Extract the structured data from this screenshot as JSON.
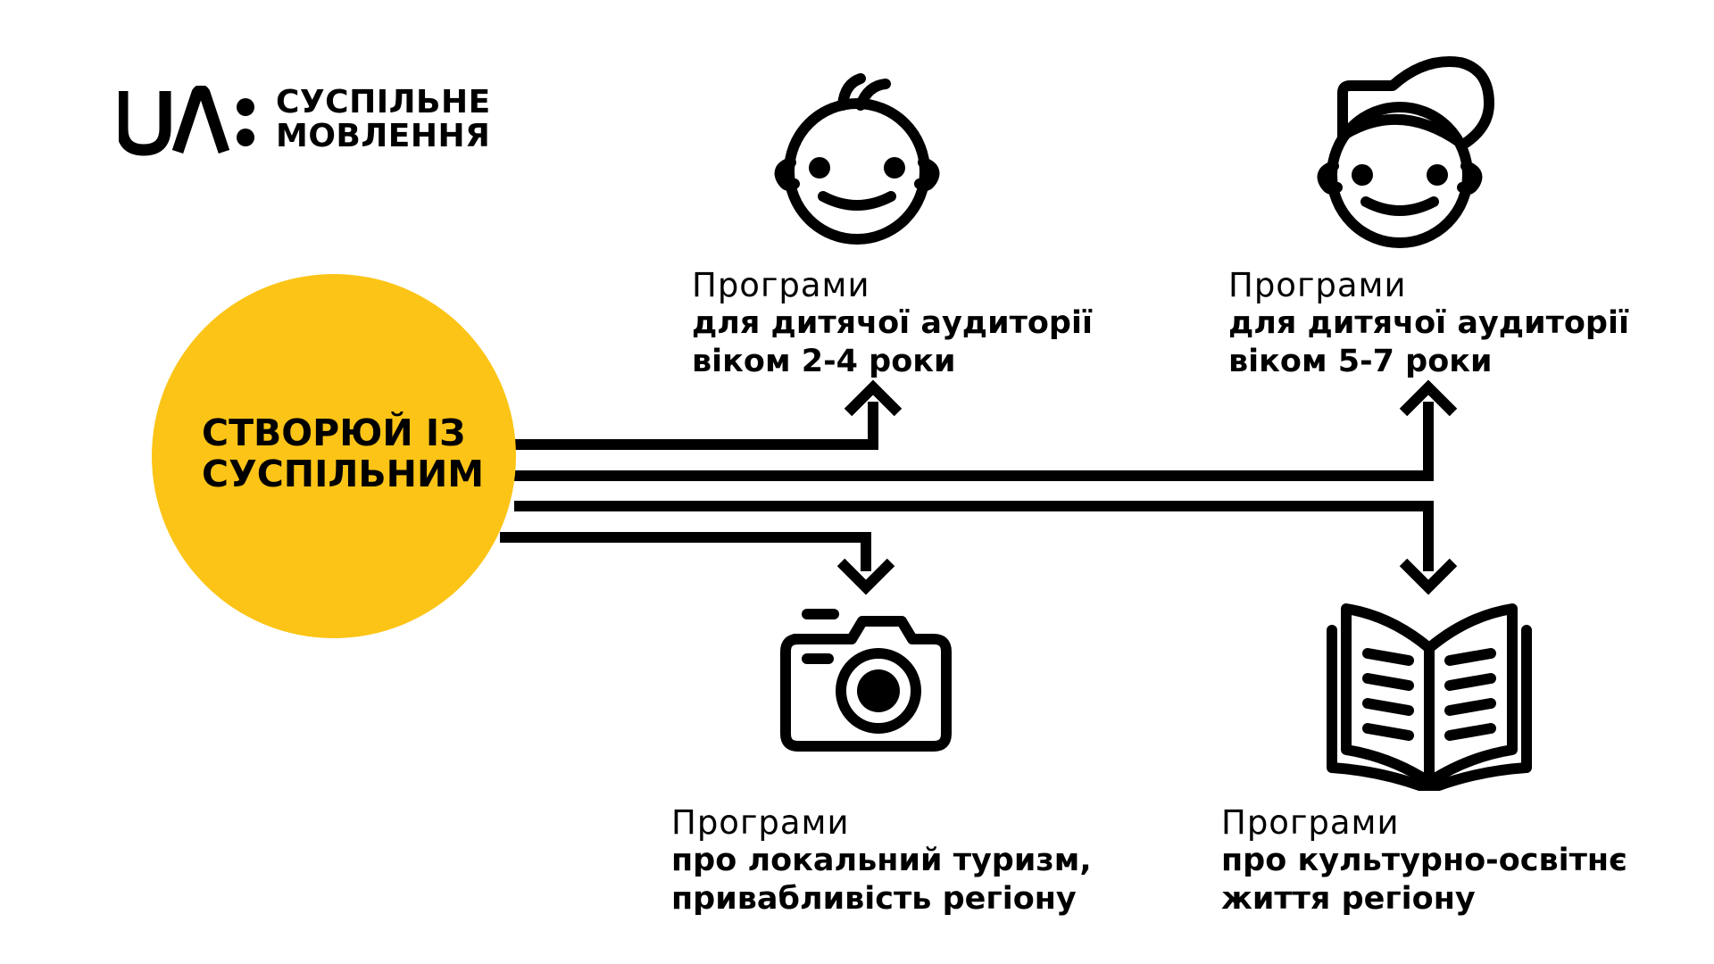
{
  "logo": {
    "mark": "UA:",
    "line1": "СУСПІЛЬНЕ",
    "line2": "МОВЛЕННЯ"
  },
  "hub": {
    "line1": "СТВОРЮЙ ІЗ",
    "line2": "СУСПІЛЬНИМ",
    "color": "#fcc416"
  },
  "targets": [
    {
      "icon": "baby-face-icon",
      "lead": "Програми",
      "line1": "для дитячої аудиторії",
      "line2": "віком 2-4 роки"
    },
    {
      "icon": "kid-with-cap-icon",
      "lead": "Програми",
      "line1": "для дитячої аудиторії",
      "line2": "віком 5-7 роки"
    },
    {
      "icon": "camera-icon",
      "lead": "Програми",
      "line1": "про локальний туризм,",
      "line2": "привабливість регіону"
    },
    {
      "icon": "open-book-icon",
      "lead": "Програми",
      "line1": "про культурно-освітнє",
      "line2": "життя регіону"
    }
  ]
}
